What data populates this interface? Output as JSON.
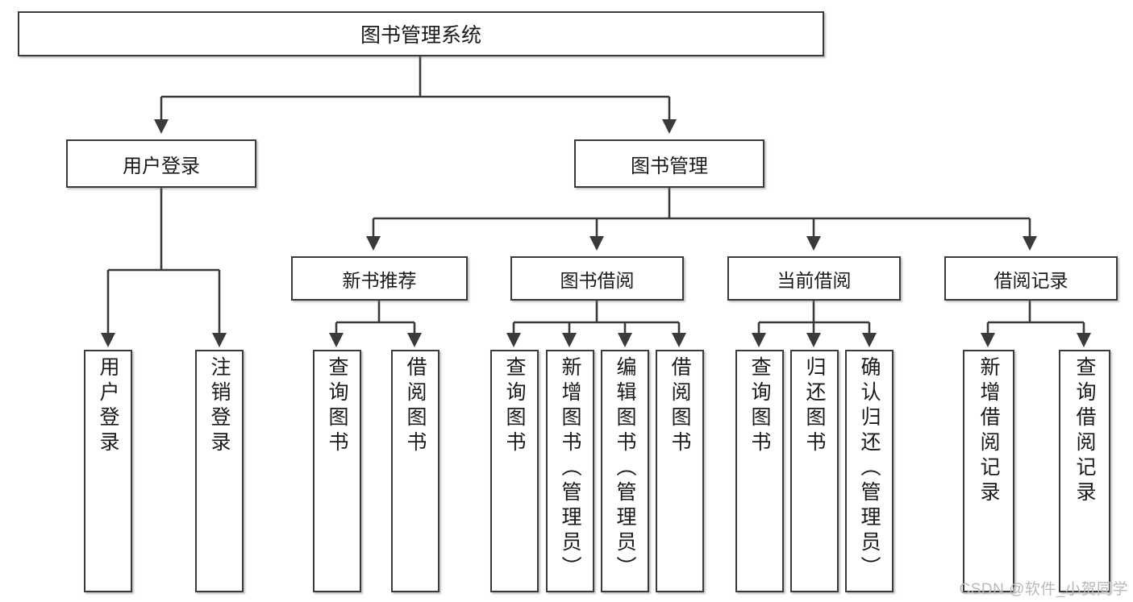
{
  "diagram": {
    "type": "tree",
    "title": "图书管理系统",
    "watermark": "CSDN @软件_小贺同学",
    "colors": {
      "box_border": "#3a3a3a",
      "box_fill": "#ffffff",
      "connector": "#3a3a3a",
      "text": "#1a1a1a",
      "watermark": "#b9b9b9"
    },
    "root": {
      "label": "图书管理系统"
    },
    "level2": [
      {
        "label": "用户登录"
      },
      {
        "label": "图书管理"
      }
    ],
    "level3": [
      {
        "label": "新书推荐"
      },
      {
        "label": "图书借阅"
      },
      {
        "label": "当前借阅"
      },
      {
        "label": "借阅记录"
      }
    ],
    "leaves": {
      "user_login": [
        {
          "label": "用户登录"
        },
        {
          "label": "注销登录"
        }
      ],
      "new_book_recommend": [
        {
          "label": "查询图书"
        },
        {
          "label": "借阅图书"
        }
      ],
      "book_borrow": [
        {
          "label": "查询图书"
        },
        {
          "label": "新增图书（管理员）"
        },
        {
          "label": "编辑图书（管理员）"
        },
        {
          "label": "借阅图书"
        }
      ],
      "current_borrow": [
        {
          "label": "查询图书"
        },
        {
          "label": "归还图书"
        },
        {
          "label": "确认归还（管理员）"
        }
      ],
      "borrow_record": [
        {
          "label": "新增借阅记录"
        },
        {
          "label": "查询借阅记录"
        }
      ]
    }
  }
}
